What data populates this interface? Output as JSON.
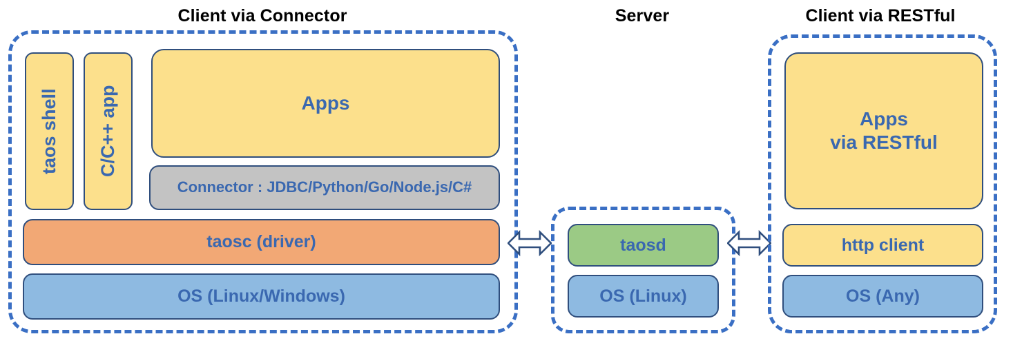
{
  "diagram": {
    "title_color": "#000000",
    "label_color": "#3A68B0",
    "dashed_border_color": "#3A6FC4",
    "box_border_color": "#2F4E7D",
    "colors": {
      "yellow": "#FCE08C",
      "orange": "#F2A875",
      "blue": "#8EBAE1",
      "green": "#9BCA85",
      "gray": "#C3C3C3"
    }
  },
  "panels": {
    "client_connector": {
      "title": "Client via Connector",
      "boxes": {
        "taos_shell": "taos shell",
        "c_cpp_app": "C/C++ app",
        "apps": "Apps",
        "connector": "Connector : JDBC/Python/Go/Node.js/C#",
        "taosc": "taosc (driver)",
        "os": "OS (Linux/Windows)"
      }
    },
    "server": {
      "title": "Server",
      "boxes": {
        "taosd": "taosd",
        "os": "OS (Linux)"
      }
    },
    "client_restful": {
      "title": "Client via RESTful",
      "boxes": {
        "apps_line1": "Apps",
        "apps_line2": "via RESTful",
        "http_client": "http client",
        "os": "OS (Any)"
      }
    }
  },
  "connectors": {
    "left_arrow": "bidirectional-arrow",
    "right_arrow": "bidirectional-arrow"
  }
}
